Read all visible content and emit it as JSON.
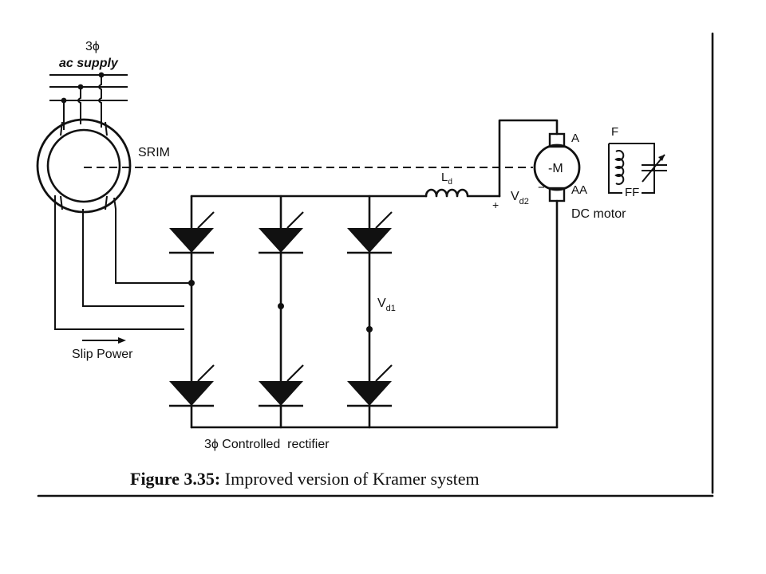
{
  "labels": {
    "supply_phase": "3ϕ",
    "supply_name": "ac supply",
    "machine": "SRIM",
    "inductor": "L",
    "inductor_sub": "d",
    "vd2": "V",
    "vd2_sub": "d2",
    "vd1": "V",
    "vd1_sub": "d1",
    "plus": "+",
    "minus": "−",
    "armature": "M",
    "terminal_a": "A",
    "terminal_aa": "AA",
    "field_f": "F",
    "field_ff": "FF",
    "motor_label": "DC motor",
    "slip_power": "Slip Power",
    "rectifier": "3ϕ Controlled  rectifier"
  },
  "caption": {
    "prefix": "Figure 3.35:",
    "text": " Improved version of Kramer system"
  }
}
